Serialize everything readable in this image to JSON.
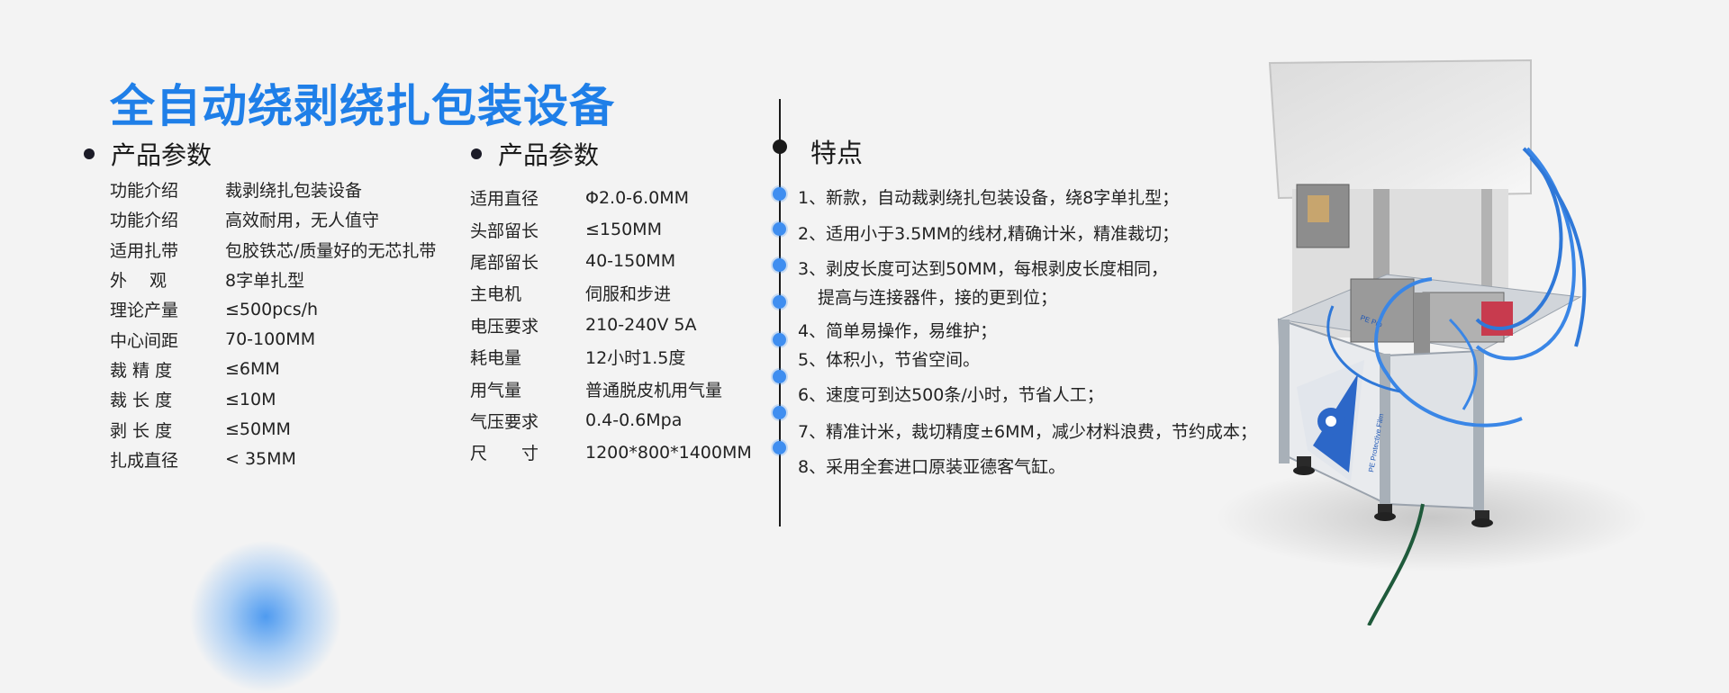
{
  "title": "全自动绕剥绕扎包装设备",
  "left_section": {
    "heading": "产品参数",
    "rows": [
      {
        "key": "功能介绍",
        "value": "裁剥绕扎包装设备"
      },
      {
        "key": "功能介绍",
        "value": "高效耐用，无人值守"
      },
      {
        "key": "适用扎带",
        "value": "包胶铁芯/质量好的无芯扎带"
      },
      {
        "key": "外　 观",
        "value": "8字单扎型"
      },
      {
        "key": "理论产量",
        "value": "≤500pcs/h"
      },
      {
        "key": "中心间距",
        "value": "70-100MM"
      },
      {
        "key": "裁 精 度",
        "value": "≤6MM"
      },
      {
        "key": "裁 长 度",
        "value": "≤10M"
      },
      {
        "key": "剥 长 度",
        "value": "≤50MM"
      },
      {
        "key": "扎成直径",
        "value": "< 35MM"
      }
    ]
  },
  "middle_section": {
    "heading": "产品参数",
    "rows": [
      {
        "key": "适用直径",
        "value": "Φ2.0-6.0MM"
      },
      {
        "key": "头部留长",
        "value": "≤150MM"
      },
      {
        "key": "尾部留长",
        "value": "40-150MM"
      },
      {
        "key": "主电机",
        "value": "伺服和步进"
      },
      {
        "key": "电压要求",
        "value": "210-240V 5A"
      },
      {
        "key": "耗电量",
        "value": "12小时1.5度"
      },
      {
        "key": "用气量",
        "value": "普通脱皮机用气量"
      },
      {
        "key": "气压要求",
        "value": "0.4-0.6Mpa"
      },
      {
        "key": "尺　　寸",
        "value": "1200*800*1400MM"
      }
    ]
  },
  "features": {
    "heading": "特点",
    "items": [
      "1、新款，自动裁剥绕扎包装设备，绕8字单扎型；",
      "2、适用小于3.5MM的线材,精确计米，精准裁切；",
      "3、剥皮长度可达到50MM，每根剥皮长度相同，",
      "提高与连接器件，接的更到位；",
      "4、简单易操作，易维护；",
      "5、体积小，节省空间。",
      "6、速度可到达500条/小时，节省人工；",
      "7、精准计米，裁切精度±6MM，减少材料浪费，节约成本；",
      "8、采用全套进口原装亚德客气缸。"
    ]
  },
  "machine_labels": {
    "film_text": "PE Protective Film",
    "panel_text": "PE Pro"
  },
  "colors": {
    "accent": "#1f7fe8",
    "dot_blue": "#3f8ef0",
    "timeline": "#1a1a1a",
    "background": "#f3f3f3"
  }
}
